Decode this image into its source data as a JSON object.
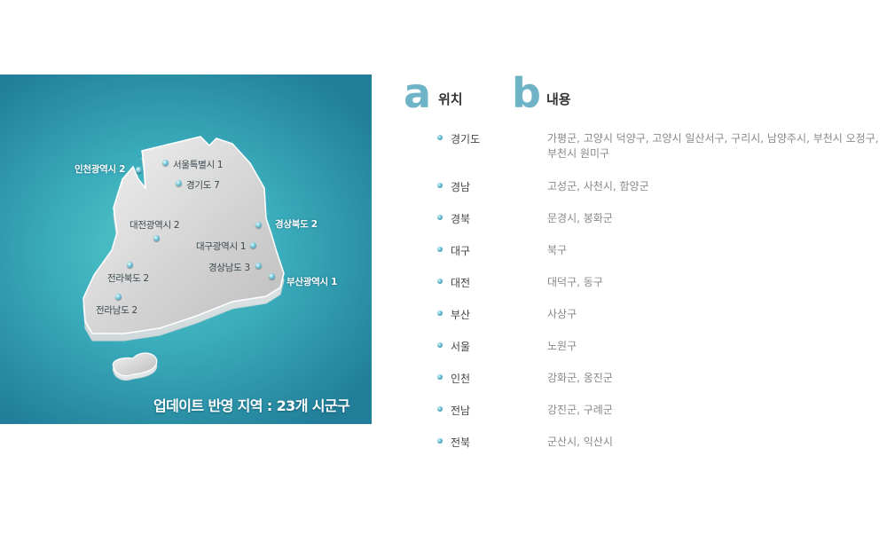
{
  "map": {
    "caption": "업데이트 반영 지역 : 23개 시군구",
    "regions": [
      {
        "name": "인천광역시 2",
        "style": "outside"
      },
      {
        "name": "서울특별시 1",
        "style": "inside"
      },
      {
        "name": "경기도 7",
        "style": "inside"
      },
      {
        "name": "대전광역시 2",
        "style": "inside"
      },
      {
        "name": "경상북도 2",
        "style": "outside"
      },
      {
        "name": "대구광역시 1",
        "style": "inside"
      },
      {
        "name": "경상남도 3",
        "style": "inside"
      },
      {
        "name": "부산광역시 1",
        "style": "outside"
      },
      {
        "name": "전라북도 2",
        "style": "inside"
      },
      {
        "name": "전라남도 2",
        "style": "inside"
      }
    ],
    "colors": {
      "sea_center": "#55c9c9",
      "sea_edge": "#217d98",
      "land": "#d9d9d9"
    }
  },
  "header": {
    "a_letter": "a",
    "a_title": "위치",
    "b_letter": "b",
    "b_title": "내용",
    "accent": "#6fb4c6"
  },
  "rows": [
    {
      "location": "경기도",
      "content": "가평군, 고양시 덕양구, 고양시 일산서구, 구리시, 남양주시, 부천시 오정구,\n부천시 원미구"
    },
    {
      "location": "경남",
      "content": "고성군, 사천시, 함양군"
    },
    {
      "location": "경북",
      "content": "문경시, 봉화군"
    },
    {
      "location": "대구",
      "content": "북구"
    },
    {
      "location": "대전",
      "content": "대덕구, 동구"
    },
    {
      "location": "부산",
      "content": "사상구"
    },
    {
      "location": "서울",
      "content": "노원구"
    },
    {
      "location": "인천",
      "content": "강화군, 옹진군"
    },
    {
      "location": "전남",
      "content": "강진군, 구례군"
    },
    {
      "location": "전북",
      "content": "군산시, 익산시"
    }
  ]
}
